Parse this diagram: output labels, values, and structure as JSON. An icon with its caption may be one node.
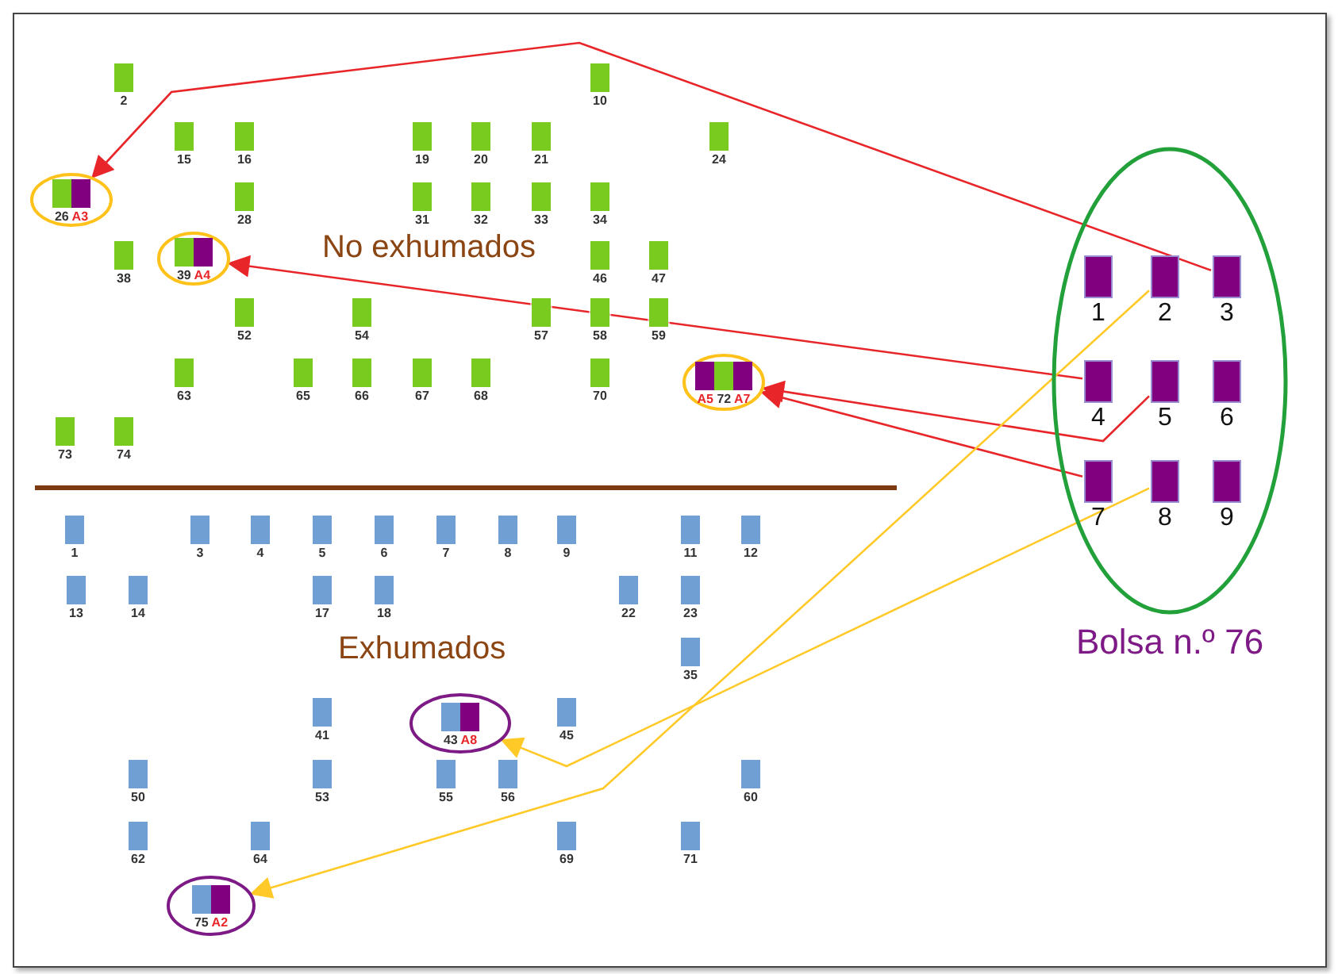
{
  "diagram": {
    "nodes": [
      {
        "text": [
          "2"
        ]
      },
      {
        "text": [
          "10"
        ]
      },
      {
        "text": [
          "15"
        ]
      },
      {
        "text": [
          "16"
        ]
      },
      {
        "text": [
          "19"
        ]
      },
      {
        "text": [
          "20"
        ]
      },
      {
        "text": [
          "21"
        ]
      },
      {
        "text": [
          "24"
        ]
      },
      {
        "text": [
          "26",
          "A3"
        ]
      },
      {
        "text": [
          "28"
        ]
      },
      {
        "text": [
          "31"
        ]
      },
      {
        "text": [
          "32"
        ]
      },
      {
        "text": [
          "33"
        ]
      },
      {
        "text": [
          "34"
        ]
      },
      {
        "text": [
          "38"
        ]
      },
      {
        "text": [
          "39",
          "A4"
        ]
      },
      {
        "text": [
          "46"
        ]
      },
      {
        "text": [
          "47"
        ]
      },
      {
        "text": [
          "52"
        ]
      },
      {
        "text": [
          "54"
        ]
      },
      {
        "text": [
          "57"
        ]
      },
      {
        "text": [
          "58"
        ]
      },
      {
        "text": [
          "59"
        ]
      },
      {
        "text": [
          "63"
        ]
      },
      {
        "text": [
          "65"
        ]
      },
      {
        "text": [
          "66"
        ]
      },
      {
        "text": [
          "67"
        ]
      },
      {
        "text": [
          "68"
        ]
      },
      {
        "text": [
          "70"
        ]
      },
      {
        "text": [
          "A5",
          "72",
          "A7"
        ]
      },
      {
        "text": [
          "73"
        ]
      },
      {
        "text": [
          "74"
        ]
      },
      {
        "text": [
          "Bolsa n.º 76"
        ]
      },
      {
        "text": [
          "1"
        ],
        "in": 32
      },
      {
        "text": [
          "2"
        ],
        "in": 32
      },
      {
        "text": [
          "3"
        ],
        "in": 32
      },
      {
        "text": [
          "4"
        ],
        "in": 32
      },
      {
        "text": [
          "5"
        ],
        "in": 32
      },
      {
        "text": [
          "6"
        ],
        "in": 32
      },
      {
        "text": [
          "7"
        ],
        "in": 32
      },
      {
        "text": [
          "8"
        ],
        "in": 32
      },
      {
        "text": [
          "9"
        ],
        "in": 32
      },
      {
        "text": [
          "1"
        ]
      },
      {
        "text": [
          "3"
        ]
      },
      {
        "text": [
          "4"
        ]
      },
      {
        "text": [
          "5"
        ]
      },
      {
        "text": [
          "6"
        ]
      },
      {
        "text": [
          "7"
        ]
      },
      {
        "text": [
          "8"
        ]
      },
      {
        "text": [
          "9"
        ]
      },
      {
        "text": [
          "11"
        ]
      },
      {
        "text": [
          "12"
        ]
      },
      {
        "text": [
          "13"
        ]
      },
      {
        "text": [
          "14"
        ]
      },
      {
        "text": [
          "17"
        ]
      },
      {
        "text": [
          "18"
        ]
      },
      {
        "text": [
          "22"
        ]
      },
      {
        "text": [
          "23"
        ]
      },
      {
        "text": [
          "35"
        ]
      },
      {
        "text": [
          "41"
        ]
      },
      {
        "text": [
          "43",
          "A8"
        ]
      },
      {
        "text": [
          "45"
        ]
      },
      {
        "text": [
          "50"
        ]
      },
      {
        "text": [
          "53"
        ]
      },
      {
        "text": [
          "55"
        ]
      },
      {
        "text": [
          "56"
        ]
      },
      {
        "text": [
          "60"
        ]
      },
      {
        "text": [
          "62"
        ]
      },
      {
        "text": [
          "64"
        ]
      },
      {
        "text": [
          "69"
        ]
      },
      {
        "text": [
          "71"
        ]
      },
      {
        "text": [
          "75",
          "A2"
        ]
      }
    ],
    "edges": [
      {
        "from": 35,
        "to": 8,
        "arrow": "to"
      },
      {
        "from": 36,
        "to": 15,
        "arrow": "to"
      },
      {
        "from": 37,
        "to": 29,
        "arrow": "to"
      },
      {
        "from": 39,
        "to": 29,
        "arrow": "to"
      },
      {
        "from": 34,
        "to": 71,
        "arrow": "to",
        "color": "#ffc928"
      },
      {
        "from": 40,
        "to": 60,
        "arrow": "to",
        "color": "#ffc928"
      }
    ],
    "labels": [
      "No exhumados",
      "Exhumados"
    ]
  }
}
